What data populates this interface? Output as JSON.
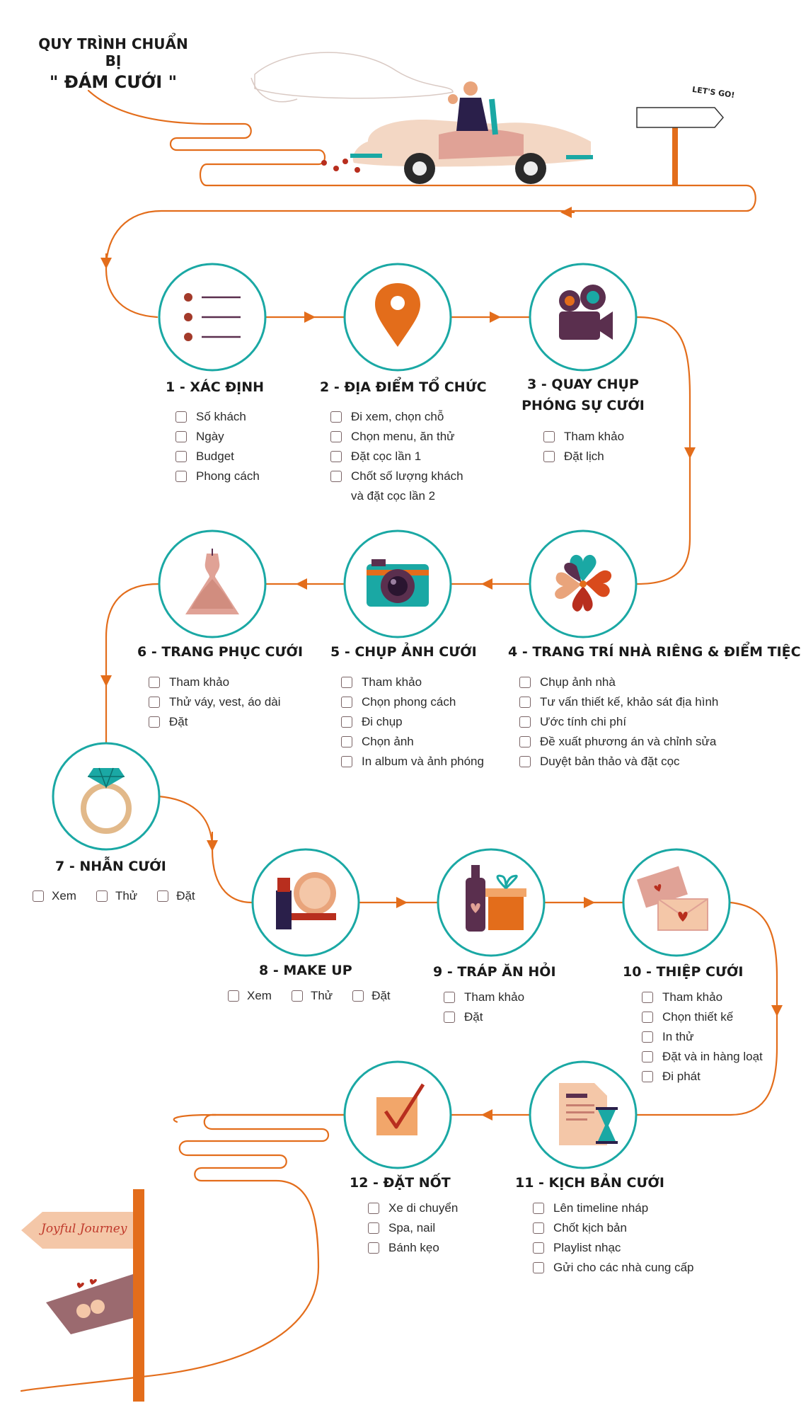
{
  "title": {
    "line1": "QUY TRÌNH CHUẨN BỊ",
    "line2": "\" ĐÁM CƯỚI \""
  },
  "sign": {
    "top": "LET'S GO!",
    "bottom": "Joyful Journey"
  },
  "colors": {
    "accent": "#e36d1b",
    "ring": "#1aa8a4",
    "text": "#1a1a1a"
  },
  "steps": [
    {
      "title": "1 - XÁC ĐỊNH",
      "icon": "list-icon",
      "items": [
        "Số khách",
        "Ngày",
        "Budget",
        "Phong cách"
      ]
    },
    {
      "title": "2 - ĐỊA ĐIỂM TỔ CHỨC",
      "icon": "location-pin-icon",
      "items": [
        "Đi xem, chọn chỗ",
        "Chọn menu, ăn thử",
        "Đặt cọc lần 1",
        "Chốt số lượng khách",
        "và đặt cọc lần 2"
      ]
    },
    {
      "title_lines": [
        "3 - QUAY CHỤP",
        "PHÓNG SỰ CƯỚI"
      ],
      "icon": "video-camera-icon",
      "items": [
        "Tham khảo",
        "Đặt lịch"
      ]
    },
    {
      "title": "4 - TRANG TRÍ NHÀ RIÊNG & ĐIỂM TIỆC",
      "icon": "heart-flower-icon",
      "items": [
        "Chụp ảnh nhà",
        "Tư vấn thiết kế, khảo sát địa hình",
        "Ước tính chi phí",
        "Đề xuất phương án và chỉnh sửa",
        "Duyệt bản thảo và đặt cọc"
      ]
    },
    {
      "title": "5 - CHỤP ẢNH CƯỚI",
      "icon": "camera-icon",
      "items": [
        "Tham khảo",
        "Chọn phong cách",
        "Đi chụp",
        "Chọn ảnh",
        "In album và ảnh phóng"
      ]
    },
    {
      "title": "6 - TRANG PHỤC CƯỚI",
      "icon": "wedding-dress-icon",
      "items": [
        "Tham khảo",
        "Thử váy, vest, áo dài",
        "Đặt"
      ]
    },
    {
      "title": "7 - NHẪN CƯỚI",
      "icon": "ring-icon",
      "items": [
        "Xem",
        "Thử",
        "Đặt"
      ]
    },
    {
      "title": "8 - MAKE UP",
      "icon": "makeup-icon",
      "items": [
        "Xem",
        "Thử",
        "Đặt"
      ]
    },
    {
      "title": "9 - TRÁP ĂN HỎI",
      "icon": "gift-wine-icon",
      "items": [
        "Tham khảo",
        "Đặt"
      ]
    },
    {
      "title": "10 - THIỆP CƯỚI",
      "icon": "envelope-icon",
      "items": [
        "Tham khảo",
        "Chọn thiết kế",
        "In thử",
        "Đặt và in hàng loạt",
        "Đi phát"
      ]
    },
    {
      "title": "11 - KỊCH BẢN CƯỚI",
      "icon": "script-hourglass-icon",
      "items": [
        "Lên timeline nháp",
        "Chốt kịch bản",
        "Playlist nhạc",
        "Gửi cho các nhà cung cấp"
      ]
    },
    {
      "title": "12 - ĐẶT NỐT",
      "icon": "checkbox-icon",
      "items": [
        "Xe di chuyển",
        "Spa, nail",
        "Bánh kẹo"
      ]
    }
  ]
}
